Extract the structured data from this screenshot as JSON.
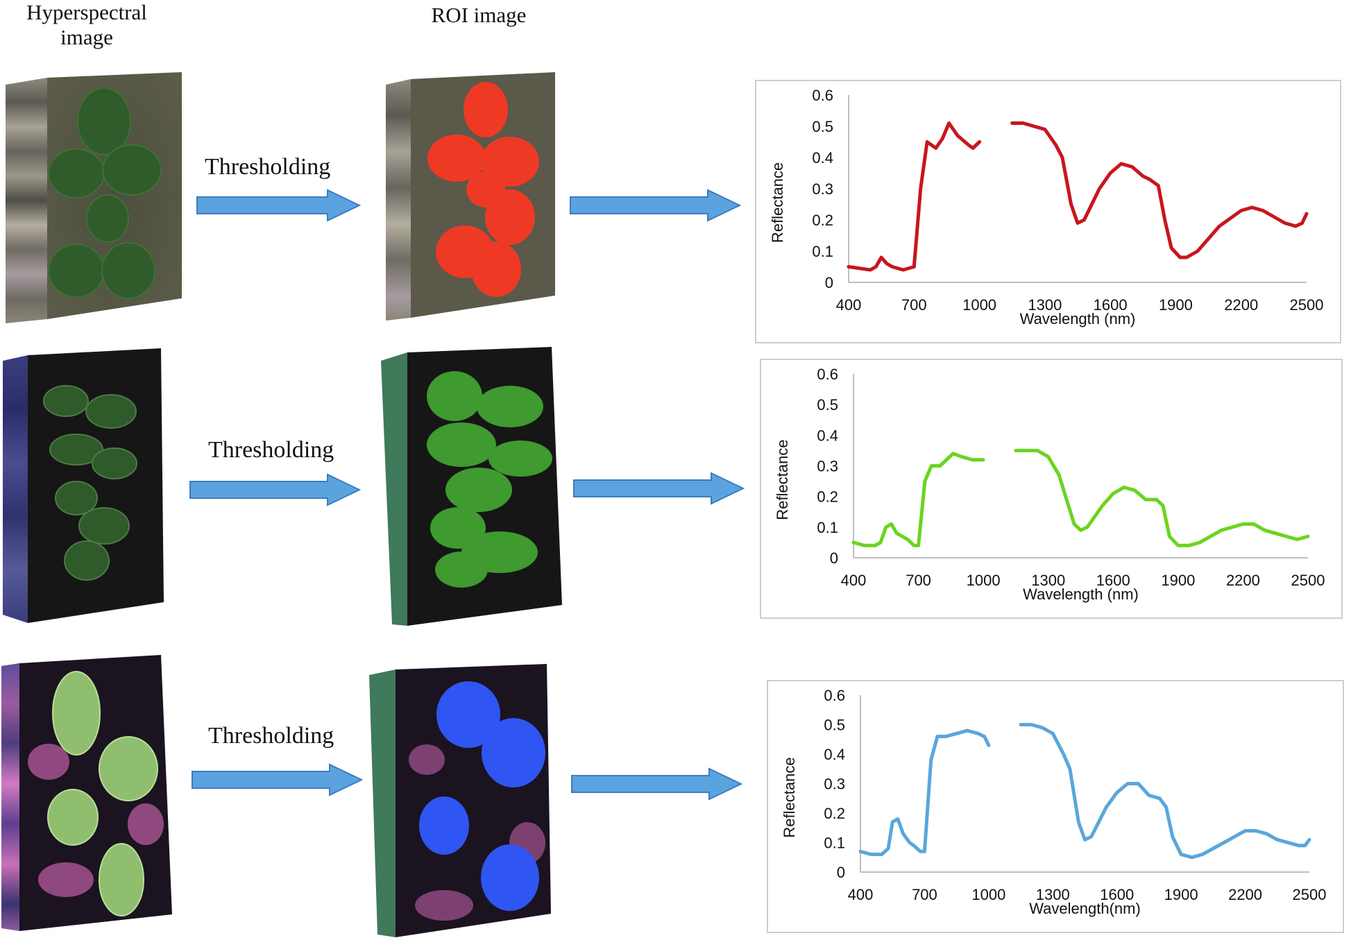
{
  "headers": {
    "hyperspectral": "Hyperspectral image",
    "roi": "ROI image"
  },
  "rows": [
    {
      "label": "Thresholding",
      "roi_color": "#ee3a25",
      "curve_color": "#c8161d"
    },
    {
      "label": "Thresholding",
      "roi_color": "#3f9a2f",
      "curve_color": "#6ad41f"
    },
    {
      "label": "Thresholding",
      "roi_color": "#2f56f2",
      "curve_color": "#5aa6dc"
    }
  ],
  "chart_data": [
    {
      "type": "line",
      "xlabel": "Wavelength (nm)",
      "ylabel": "Reflectance",
      "xlim": [
        400,
        2500
      ],
      "ylim": [
        0,
        0.6
      ],
      "xticks": [
        "400",
        "700",
        "1000",
        "1300",
        "1600",
        "1900",
        "2200",
        "2500"
      ],
      "yticks": [
        "0",
        "0.1",
        "0.2",
        "0.3",
        "0.4",
        "0.5",
        "0.6"
      ],
      "color": "#c8161d",
      "series": [
        {
          "x": [
            400,
            500,
            525,
            550,
            575,
            600,
            650,
            700,
            730,
            760,
            800,
            830,
            860,
            900,
            950,
            970,
            1000
          ],
          "y": [
            0.05,
            0.04,
            0.05,
            0.08,
            0.06,
            0.05,
            0.04,
            0.05,
            0.3,
            0.45,
            0.43,
            0.46,
            0.51,
            0.47,
            0.44,
            0.43,
            0.45
          ]
        },
        {
          "x": [
            1150,
            1200,
            1250,
            1300,
            1350,
            1380,
            1420,
            1450,
            1480,
            1550,
            1600,
            1650,
            1700,
            1750,
            1780,
            1820,
            1850,
            1880,
            1920,
            1950,
            2000,
            2100,
            2200,
            2250,
            2300,
            2350,
            2400,
            2450,
            2480,
            2500
          ],
          "y": [
            0.51,
            0.51,
            0.5,
            0.49,
            0.44,
            0.4,
            0.25,
            0.19,
            0.2,
            0.3,
            0.35,
            0.38,
            0.37,
            0.34,
            0.33,
            0.31,
            0.2,
            0.11,
            0.08,
            0.08,
            0.1,
            0.18,
            0.23,
            0.24,
            0.23,
            0.21,
            0.19,
            0.18,
            0.19,
            0.22
          ]
        }
      ]
    },
    {
      "type": "line",
      "xlabel": "Wavelength (nm)",
      "ylabel": "Reflectance",
      "xlim": [
        400,
        2500
      ],
      "ylim": [
        0,
        0.6
      ],
      "xticks": [
        "400",
        "700",
        "1000",
        "1300",
        "1600",
        "1900",
        "2200",
        "2500"
      ],
      "yticks": [
        "0",
        "0.1",
        "0.2",
        "0.3",
        "0.4",
        "0.5",
        "0.6"
      ],
      "color": "#6ad41f",
      "series": [
        {
          "x": [
            400,
            450,
            500,
            525,
            550,
            575,
            600,
            650,
            680,
            700,
            730,
            760,
            800,
            830,
            860,
            900,
            950,
            1000
          ],
          "y": [
            0.05,
            0.04,
            0.04,
            0.05,
            0.1,
            0.11,
            0.08,
            0.06,
            0.04,
            0.04,
            0.25,
            0.3,
            0.3,
            0.32,
            0.34,
            0.33,
            0.32,
            0.32
          ]
        },
        {
          "x": [
            1150,
            1200,
            1250,
            1300,
            1350,
            1380,
            1420,
            1450,
            1480,
            1550,
            1600,
            1650,
            1700,
            1750,
            1800,
            1830,
            1860,
            1900,
            1950,
            2000,
            2100,
            2200,
            2250,
            2300,
            2350,
            2400,
            2450,
            2500
          ],
          "y": [
            0.35,
            0.35,
            0.35,
            0.33,
            0.27,
            0.2,
            0.11,
            0.09,
            0.1,
            0.17,
            0.21,
            0.23,
            0.22,
            0.19,
            0.19,
            0.17,
            0.07,
            0.04,
            0.04,
            0.05,
            0.09,
            0.11,
            0.11,
            0.09,
            0.08,
            0.07,
            0.06,
            0.07
          ]
        }
      ]
    },
    {
      "type": "line",
      "xlabel": "Wavelength(nm)",
      "ylabel": "Reflectance",
      "xlim": [
        400,
        2500
      ],
      "ylim": [
        0,
        0.6
      ],
      "xticks": [
        "400",
        "700",
        "1000",
        "1300",
        "1600",
        "1900",
        "2200",
        "2500"
      ],
      "yticks": [
        "0",
        "0.1",
        "0.2",
        "0.3",
        "0.4",
        "0.5",
        "0.6"
      ],
      "color": "#5aa6dc",
      "series": [
        {
          "x": [
            400,
            450,
            500,
            530,
            550,
            575,
            600,
            630,
            650,
            680,
            700,
            730,
            760,
            800,
            850,
            900,
            950,
            980,
            1000
          ],
          "y": [
            0.07,
            0.06,
            0.06,
            0.08,
            0.17,
            0.18,
            0.13,
            0.1,
            0.09,
            0.07,
            0.07,
            0.38,
            0.46,
            0.46,
            0.47,
            0.48,
            0.47,
            0.46,
            0.43
          ]
        },
        {
          "x": [
            1150,
            1200,
            1250,
            1300,
            1350,
            1380,
            1420,
            1450,
            1480,
            1550,
            1600,
            1650,
            1700,
            1750,
            1800,
            1830,
            1860,
            1900,
            1950,
            2000,
            2100,
            2200,
            2250,
            2300,
            2350,
            2400,
            2450,
            2480,
            2500
          ],
          "y": [
            0.5,
            0.5,
            0.49,
            0.47,
            0.4,
            0.35,
            0.17,
            0.11,
            0.12,
            0.22,
            0.27,
            0.3,
            0.3,
            0.26,
            0.25,
            0.22,
            0.12,
            0.06,
            0.05,
            0.06,
            0.1,
            0.14,
            0.14,
            0.13,
            0.11,
            0.1,
            0.09,
            0.09,
            0.11
          ]
        }
      ]
    }
  ]
}
